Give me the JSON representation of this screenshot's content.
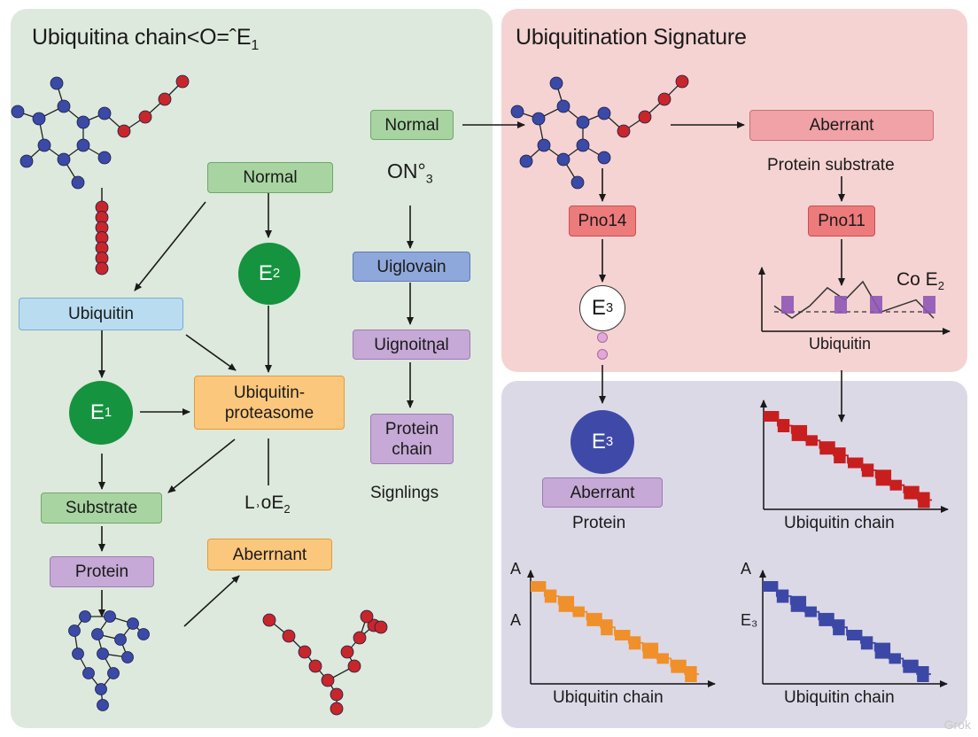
{
  "left": {
    "title": "Ubiquitina chain<O=ˆE",
    "title_sub": "1",
    "normal": "Normal",
    "e2_main": "E",
    "e2_sub": "2",
    "ubiquitin": "Ubiquitin",
    "e1_main": "E",
    "e1_sub": "1",
    "ubiquitin_proteasome_1": "Ubiquitin-",
    "ubiquitin_proteasome_2": "proteasome",
    "substrate": "Substrate",
    "protein": "Protein",
    "lo_label": "L˒oE",
    "lo_sub": "2",
    "aberrant": "Aberrnant"
  },
  "middle": {
    "normal": "Normal",
    "on_label": "ON°",
    "on_sub": "3",
    "uiglovain": "Uiglovain",
    "uignoitnal": "Uignoitɳal",
    "protein_chain_1": "Protein",
    "protein_chain_2": "chain",
    "signlings": "Signlings"
  },
  "top_right": {
    "title": "Ubiquitination Signature",
    "aberrant": "Aberrant",
    "protein_substrate": "Protein substrate",
    "pno14": "Pno14",
    "pno11": "Pno11",
    "e3_main": "E",
    "e3_sub": "3",
    "coe2": "Co E",
    "coe2_sub": "2",
    "ubiquitin": "Ubiquitin"
  },
  "bottom_right": {
    "e3_main": "E",
    "e3_sub": "3",
    "aberrant": "Aberrant",
    "protein": "Protein",
    "chain_label_red": "Ubiquitin chain",
    "chain_label_orange": "Ubiquitin chain",
    "chain_label_blue": "Ubiquitin chain",
    "axis_a1": "A",
    "axis_a2": "A",
    "axis_a3": "A",
    "axis_e3": "E₃"
  },
  "watermark": "Grok",
  "colors": {
    "atom_blue": "#3a4aa6",
    "atom_red": "#c8262a",
    "e_green": "#15933f",
    "e_blue": "#3f4aa8",
    "bar_red": "#c81e1e",
    "bar_orange": "#f0902a",
    "bar_blue": "#3c48a6",
    "bar_purple": "#8e56b5"
  },
  "chart_data": [
    {
      "type": "bar",
      "chart": "red-staircase",
      "xlabel": "Ubiquitin chain",
      "values": [
        10,
        9,
        8.2,
        7.4,
        6.6,
        5.8,
        5,
        4.2,
        3.4,
        2.6,
        1.8,
        1
      ]
    },
    {
      "type": "bar",
      "chart": "orange-staircase",
      "xlabel": "Ubiquitin chain",
      "ylabel": "A",
      "values": [
        10,
        9,
        8.2,
        7.4,
        6.6,
        5.8,
        5,
        4.2,
        3.4,
        2.6,
        1.8,
        1
      ]
    },
    {
      "type": "bar",
      "chart": "blue-staircase",
      "xlabel": "Ubiquitin chain",
      "ylabel": "A",
      "values": [
        10,
        9,
        8.2,
        7.4,
        6.6,
        5.8,
        5,
        4.2,
        3.4,
        2.6,
        1.8,
        1
      ]
    },
    {
      "type": "line",
      "chart": "purple-signal",
      "xlabel": "Ubiquitin",
      "values": [
        3,
        1,
        3,
        6,
        4,
        7,
        2,
        3,
        4,
        1
      ]
    }
  ]
}
